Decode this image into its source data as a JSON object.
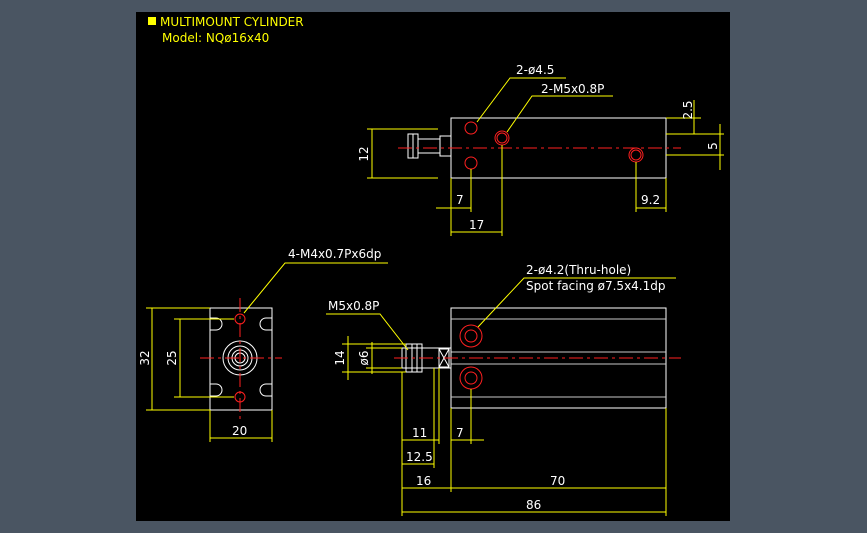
{
  "title": {
    "line1": "MULTIMOUNT CYLINDER",
    "line2": "Model: NQø16x40"
  },
  "colors": {
    "background": "#000000",
    "frame": "#4a5562",
    "dimension": "#ffff00",
    "outline": "#ffffff",
    "centerline": "#ff2020"
  },
  "top_view": {
    "callout_holes": "2-ø4.5",
    "callout_port": "2-M5x0.8P",
    "dim_height": "12",
    "dim_top_offset": "2.5",
    "dim_port_offset": "5",
    "dim_hole_x": "7",
    "dim_port_x": "17",
    "dim_right_port": "9.2"
  },
  "end_view": {
    "callout_tap": "4-M4x0.7Px6dp",
    "dim_height_outer": "32",
    "dim_height_inner": "25",
    "dim_width": "20"
  },
  "side_view": {
    "callout_thru_line1": "2-ø4.2(Thru-hole)",
    "callout_thru_line2": "Spot facing ø7.5x4.1dp",
    "callout_rod_thread": "M5x0.8P",
    "dim_14": "14",
    "dim_rod_dia": "ø6",
    "dim_11": "11",
    "dim_7": "7",
    "dim_12_5": "12.5",
    "dim_16": "16",
    "dim_70": "70",
    "dim_86": "86"
  }
}
